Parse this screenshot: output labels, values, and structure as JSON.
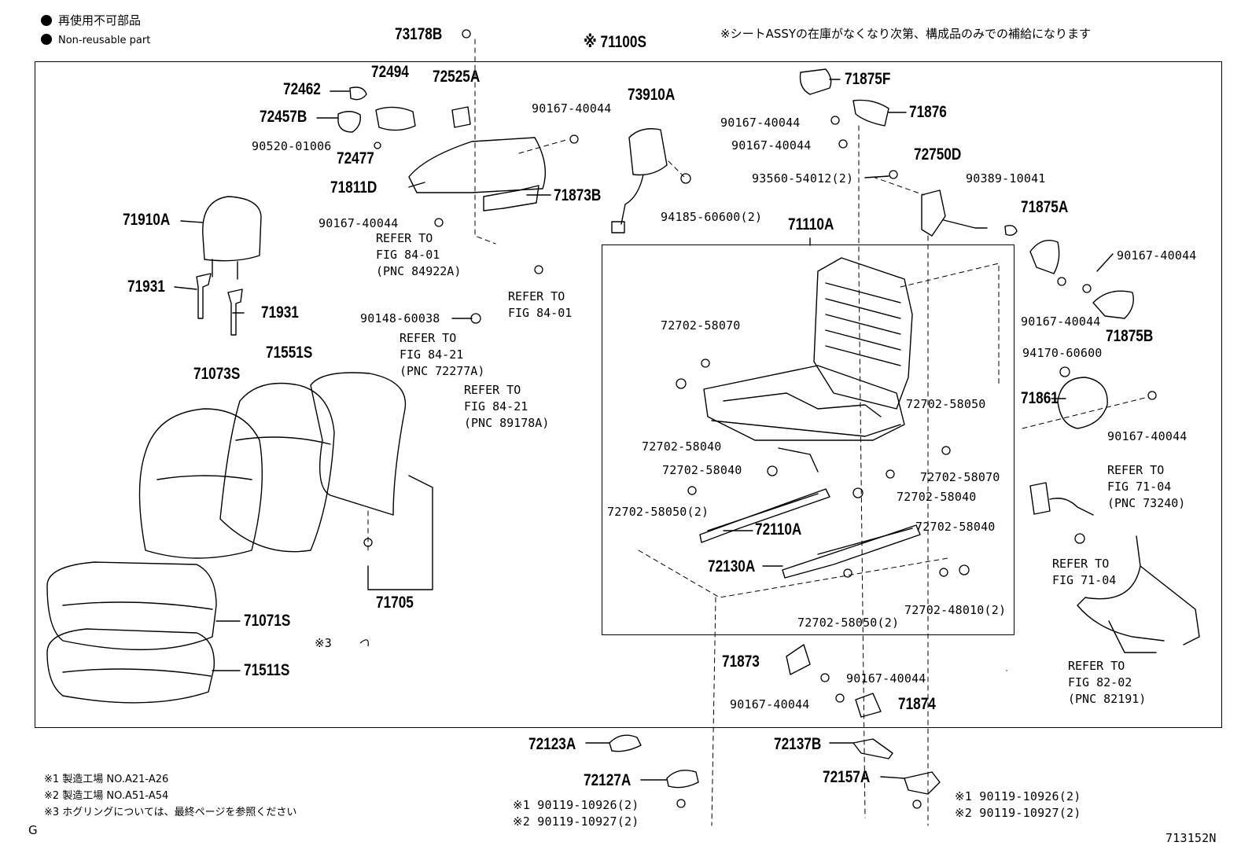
{
  "legend": {
    "jp": "再使用不可部品",
    "en": "Non-reusable part"
  },
  "header_note": "※シートASSYの在庫がなくなり次第、構成品のみでの補給になります",
  "assembly_label": "※ 71100S",
  "sub_assembly_label": "71110A",
  "figure_code": "713152N",
  "corner_letter": "G",
  "footnotes": [
    "※1 製造工場 NO.A21-A26",
    "※2 製造工場 NO.A51-A54",
    "※3 ホグリングについては、最終ページを参照ください"
  ],
  "parts": {
    "p73178B": "73178B",
    "p72462": "72462",
    "p72494": "72494",
    "p72525A": "72525A",
    "p72457B": "72457B",
    "p90520": "90520-01006",
    "p72477": "72477",
    "p71811D": "71811D",
    "p90167_a": "90167-40044",
    "p73910A": "73910A",
    "p71873B": "71873B",
    "p94185": "94185-60600(2)",
    "p71910A": "71910A",
    "p90167_b": "90167-40044",
    "p71931_a": "71931",
    "p71931_b": "71931",
    "p90148": "90148-60038",
    "p71551S": "71551S",
    "p71073S": "71073S",
    "p71705": "71705",
    "p71071S": "71071S",
    "p71511S": "71511S",
    "p_hog": "※3",
    "p71875F": "71875F",
    "p90167_c": "90167-40044",
    "p71876": "71876",
    "p90167_d": "90167-40044",
    "p72750D": "72750D",
    "p93560": "93560-54012(2)",
    "p90389": "90389-10041",
    "p71875A": "71875A",
    "p90167_e": "90167-40044",
    "p90167_f": "90167-40044",
    "p71875B": "71875B",
    "p94170": "94170-60600",
    "p71861": "71861",
    "p90167_g": "90167-40044",
    "p72702_58070_a": "72702-58070",
    "p72702_58050_a": "72702-58050",
    "p72702_58040_a": "72702-58040",
    "p72702_58040_b": "72702-58040",
    "p72702_58070_b": "72702-58070",
    "p72702_58040_c": "72702-58040",
    "p72702_58050_b": "72702-58050(2)",
    "p72110A": "72110A",
    "p72702_58040_d": "72702-58040",
    "p72130A": "72130A",
    "p72702_48010": "72702-48010(2)",
    "p72702_58050_c": "72702-58050(2)",
    "p71873": "71873",
    "p90167_h": "90167-40044",
    "p90167_i": "90167-40044",
    "p71874": "71874",
    "p72123A": "72123A",
    "p72127A": "72127A",
    "p72137B": "72137B",
    "p72157A": "72157A",
    "p90119_l1": "※1 90119-10926(2)",
    "p90119_l2": "※2 90119-10927(2)",
    "p90119_r1": "※1 90119-10926(2)",
    "p90119_r2": "※2 90119-10927(2)"
  },
  "refers": {
    "r1": "REFER TO\nFIG 84-01\n(PNC 84922A)",
    "r2": "REFER TO\nFIG 84-01",
    "r3": "REFER TO\nFIG 84-21\n(PNC 72277A)",
    "r4": "REFER TO\nFIG 84-21\n(PNC 89178A)",
    "r5": "REFER TO\nFIG 71-04\n(PNC 73240)",
    "r6": "REFER TO\nFIG 71-04",
    "r7": "REFER TO\nFIG 82-02\n(PNC 82191)"
  }
}
